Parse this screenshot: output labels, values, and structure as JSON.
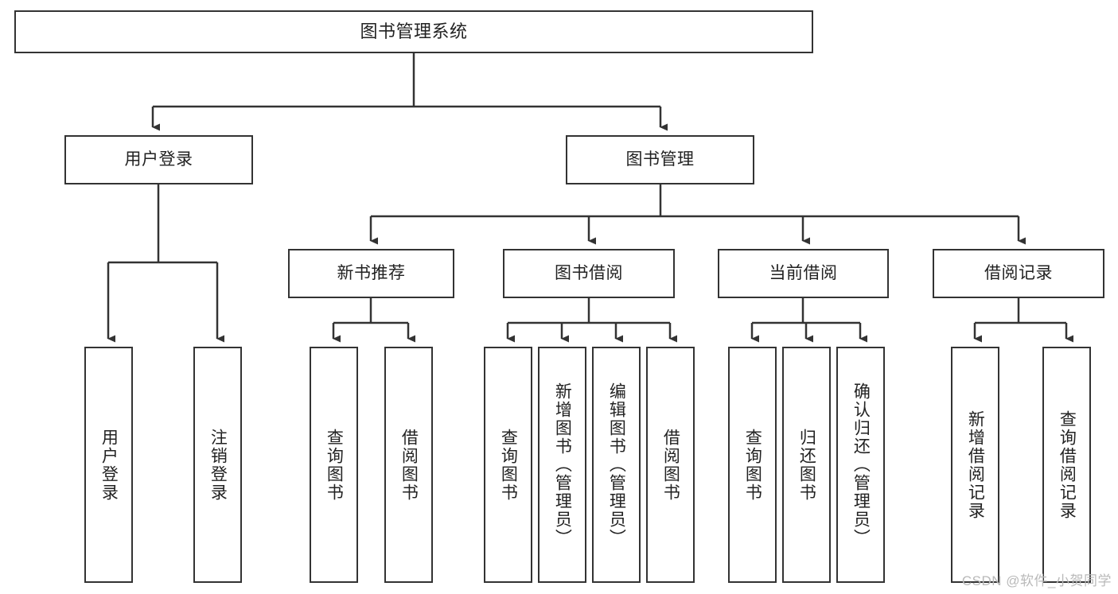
{
  "diagram": {
    "title": "图书管理系统",
    "watermark": "CSDN @软件_小贺同学",
    "colors": {
      "stroke": "#333333",
      "fill": "#ffffff",
      "text": "#222222",
      "watermark": "#b9b9b9"
    },
    "nodes": {
      "root": {
        "label": "图书管理系统",
        "orientation": "horizontal"
      },
      "user_login": {
        "label": "用户登录",
        "orientation": "horizontal"
      },
      "book_manage": {
        "label": "图书管理",
        "orientation": "horizontal"
      },
      "new_book_rec": {
        "label": "新书推荐",
        "orientation": "horizontal"
      },
      "book_borrow": {
        "label": "图书借阅",
        "orientation": "horizontal"
      },
      "current_borrow": {
        "label": "当前借阅",
        "orientation": "horizontal"
      },
      "borrow_record": {
        "label": "借阅记录",
        "orientation": "horizontal"
      },
      "leaf_user_login": {
        "label": "用户登录",
        "orientation": "vertical"
      },
      "leaf_logout": {
        "label": "注销登录",
        "orientation": "vertical"
      },
      "leaf_query_book_1": {
        "label": "查询图书",
        "orientation": "vertical"
      },
      "leaf_borrow_book_1": {
        "label": "借阅图书",
        "orientation": "vertical"
      },
      "leaf_query_book_2": {
        "label": "查询图书",
        "orientation": "vertical"
      },
      "leaf_add_book": {
        "label": "新增图书（管理员）",
        "orientation": "vertical"
      },
      "leaf_edit_book": {
        "label": "编辑图书（管理员）",
        "orientation": "vertical"
      },
      "leaf_borrow_book_2": {
        "label": "借阅图书",
        "orientation": "vertical"
      },
      "leaf_query_book_3": {
        "label": "查询图书",
        "orientation": "vertical"
      },
      "leaf_return_book": {
        "label": "归还图书",
        "orientation": "vertical"
      },
      "leaf_confirm_return": {
        "label": "确认归还（管理员）",
        "orientation": "vertical"
      },
      "leaf_add_record": {
        "label": "新增借阅记录",
        "orientation": "vertical"
      },
      "leaf_query_record": {
        "label": "查询借阅记录",
        "orientation": "vertical"
      }
    },
    "edges": [
      {
        "from": "root",
        "to": "user_login"
      },
      {
        "from": "root",
        "to": "book_manage"
      },
      {
        "from": "user_login",
        "to": "leaf_user_login"
      },
      {
        "from": "user_login",
        "to": "leaf_logout"
      },
      {
        "from": "book_manage",
        "to": "new_book_rec"
      },
      {
        "from": "book_manage",
        "to": "book_borrow"
      },
      {
        "from": "book_manage",
        "to": "current_borrow"
      },
      {
        "from": "book_manage",
        "to": "borrow_record"
      },
      {
        "from": "new_book_rec",
        "to": "leaf_query_book_1"
      },
      {
        "from": "new_book_rec",
        "to": "leaf_borrow_book_1"
      },
      {
        "from": "book_borrow",
        "to": "leaf_query_book_2"
      },
      {
        "from": "book_borrow",
        "to": "leaf_add_book"
      },
      {
        "from": "book_borrow",
        "to": "leaf_edit_book"
      },
      {
        "from": "book_borrow",
        "to": "leaf_borrow_book_2"
      },
      {
        "from": "current_borrow",
        "to": "leaf_query_book_3"
      },
      {
        "from": "current_borrow",
        "to": "leaf_return_book"
      },
      {
        "from": "current_borrow",
        "to": "leaf_confirm_return"
      },
      {
        "from": "borrow_record",
        "to": "leaf_add_record"
      },
      {
        "from": "borrow_record",
        "to": "leaf_query_record"
      }
    ]
  }
}
